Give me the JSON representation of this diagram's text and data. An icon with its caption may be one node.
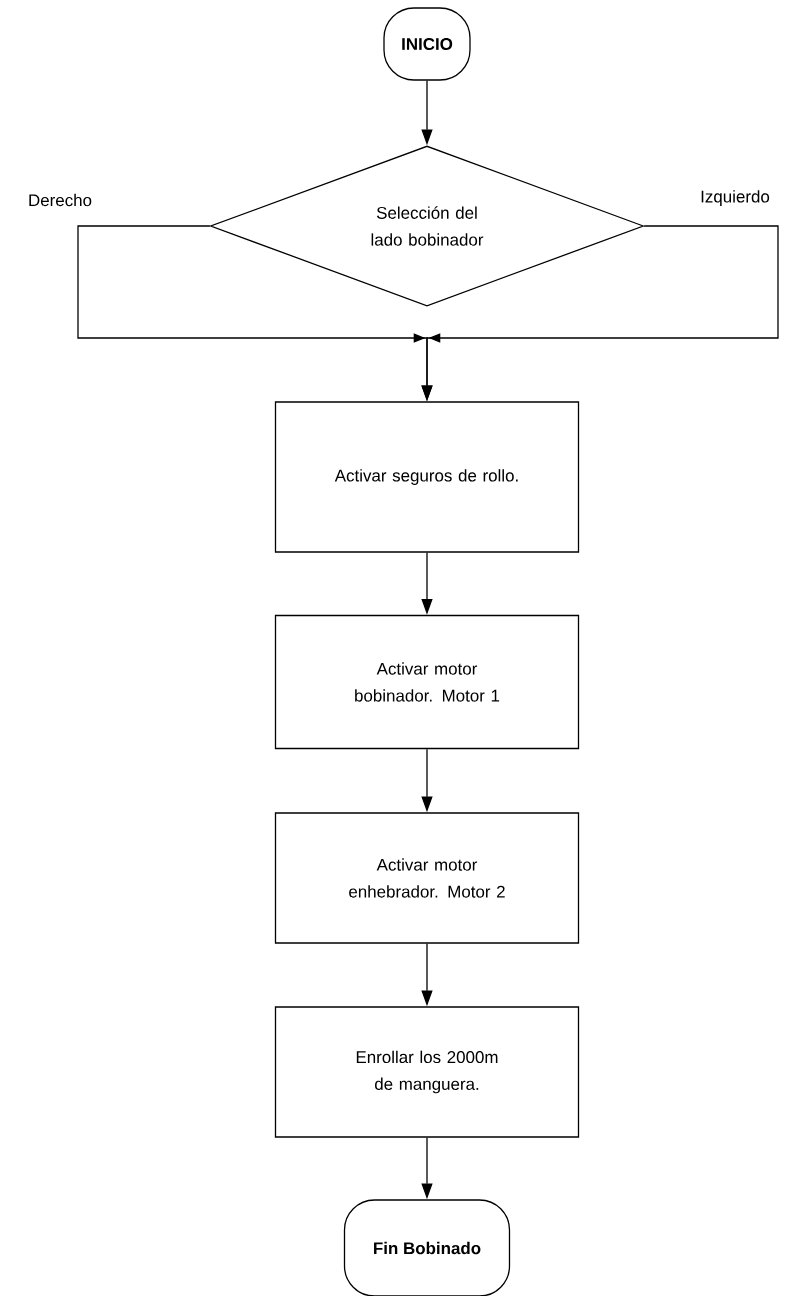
{
  "diagram": {
    "nodes": [
      {
        "text": [
          "INICIO"
        ]
      },
      {
        "text": [
          "Selección del lado bobinador"
        ]
      },
      {
        "text": [
          "Activar seguros de rollo."
        ]
      },
      {
        "text": [
          "Activar motor bobinador. Motor 1"
        ]
      },
      {
        "text": [
          "Activar motor enhebrador. Motor 2"
        ]
      },
      {
        "text": [
          "Enrollar los 2000m de manguera."
        ]
      },
      {
        "text": [
          "Fin Bobinado"
        ]
      }
    ],
    "edges": [
      {
        "from": 0,
        "to": 1,
        "arrow": "to"
      },
      {
        "from": 1,
        "to": 2,
        "arrow": "to",
        "label": "Derecho"
      },
      {
        "from": 1,
        "to": 2,
        "arrow": "to",
        "label": "Izquierdo"
      },
      {
        "from": 2,
        "to": 3,
        "arrow": "to"
      },
      {
        "from": 3,
        "to": 4,
        "arrow": "to"
      },
      {
        "from": 4,
        "to": 5,
        "arrow": "to"
      },
      {
        "from": 5,
        "to": 6,
        "arrow": "to"
      }
    ]
  }
}
